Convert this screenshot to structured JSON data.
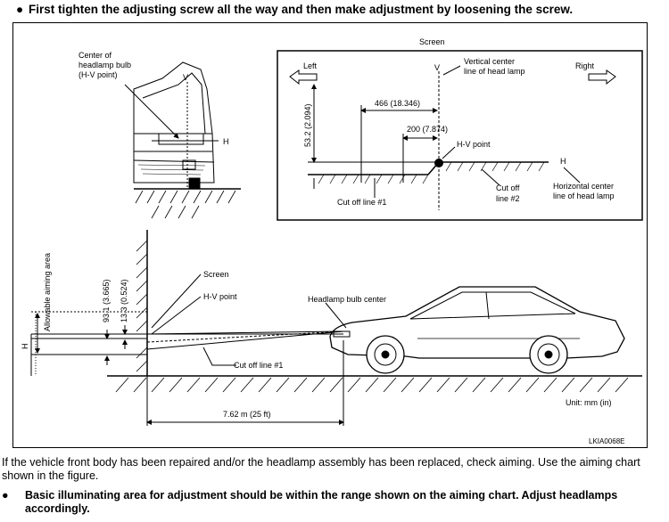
{
  "top_instruction": {
    "bullet": "●",
    "text": "First tighten the adjusting screw all the way and then make adjustment by loosening the screw."
  },
  "diagram": {
    "front_view": {
      "center_label_l1": "Center of",
      "center_label_l2": "headlamp bulb",
      "center_label_l3": "(H-V point)",
      "v_label": "V",
      "h_label": "H"
    },
    "screen_panel": {
      "title": "Screen",
      "left_label": "Left",
      "right_label": "Right",
      "v_label": "V",
      "vertical_center_l1": "Vertical center",
      "vertical_center_l2": "line of head lamp",
      "dim_466": "466 (18.346)",
      "dim_200": "200 (7.874)",
      "dim_53": "53.2 (2.094)",
      "hv_point": "H-V point",
      "h_label": "H",
      "horizontal_center_l1": "Horizontal center",
      "horizontal_center_l2": "line of head lamp",
      "cutoff_2_l1": "Cut off",
      "cutoff_2_l2": "line #2",
      "cutoff_1": "Cut off line  #1"
    },
    "side_view": {
      "allowable_area": "Allowable aiming area",
      "dim_93": "93.1 (3.665)",
      "dim_13": "13.3 (0.524)",
      "h_label": "H",
      "screen_label": "Screen",
      "hv_point": "H-V point",
      "headlamp_bulb_center": "Headlamp bulb center",
      "cutoff_1": "Cut off line #1",
      "distance": "7.62 m (25 ft)",
      "unit": "Unit: mm (in)"
    },
    "figure_id": "LKIA0068E"
  },
  "paragraph": "If the vehicle front body has been repaired and/or the headlamp assembly has been replaced, check aiming. Use the aiming chart shown in the figure.",
  "bottom_instruction": {
    "bullet": "●",
    "text": "Basic illuminating area for adjustment should be within the range shown on the aiming chart. Adjust headlamps accordingly."
  }
}
